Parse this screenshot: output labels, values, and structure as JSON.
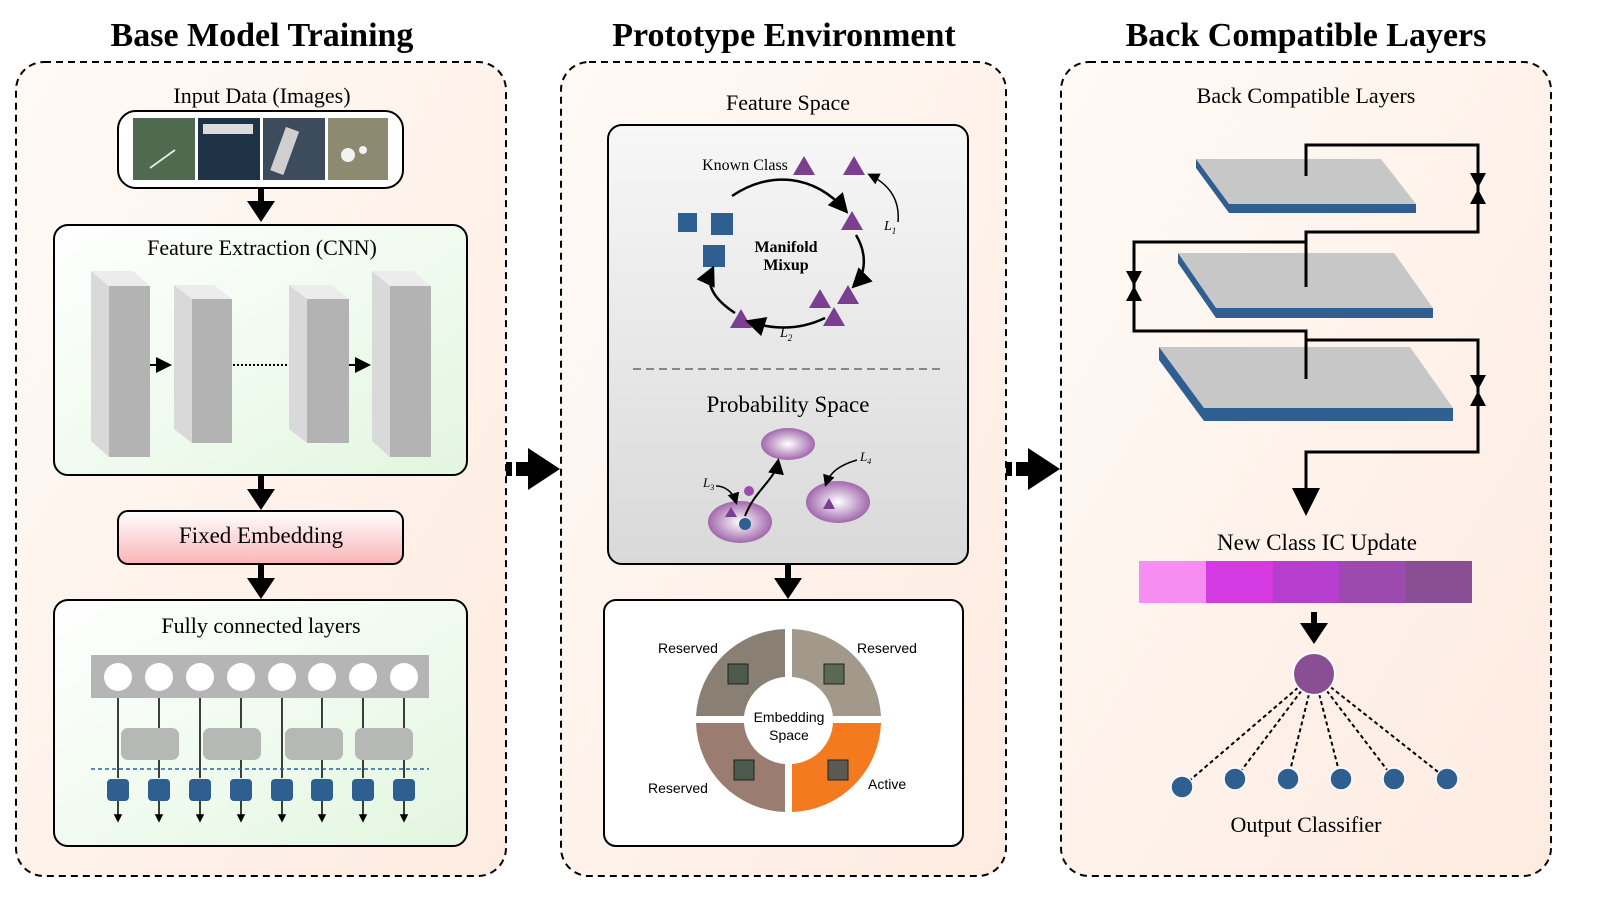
{
  "panels": {
    "base": {
      "title": "Base Model Training",
      "input_label": "Input Data (Images)",
      "feature_label": "Feature Extraction (CNN)",
      "embedding_label": "Fixed Embedding",
      "fc_label": "Fully connected layers"
    },
    "proto": {
      "title": "Prototype Environment",
      "feature_space_label": "Feature Space",
      "known_class_label": "Known Class",
      "manifold_line1": "Manifold",
      "manifold_line2": "Mixup",
      "l1": "L",
      "l2": "L",
      "l3": "L",
      "l4": "L",
      "l1_sub": "1",
      "l2_sub": "2",
      "l3_sub": "3",
      "l4_sub": "4",
      "probability_label": "Probability Space",
      "ring": {
        "reserved_tl": "Reserved",
        "reserved_tr": "Reserved",
        "reserved_bl": "Reserved",
        "active": "Active",
        "center_line1": "Embedding",
        "center_line2": "Space"
      }
    },
    "back": {
      "title": "Back Compatible Layers",
      "subtitle": "Back Compatible Layers",
      "update_label": "New Class IC Update",
      "output_label": "Output Classifier"
    }
  },
  "colors": {
    "triangle": "#7b3f8f",
    "square": "#2f5f91",
    "layer_top": "#c7c7c7",
    "layer_side": "#2f5f91",
    "bar": [
      "#f58ef0",
      "#d439e2",
      "#b63ecf",
      "#9c4aae",
      "#8a4e94"
    ],
    "active": "#f47a1f",
    "reserved": "#8a7f73"
  }
}
